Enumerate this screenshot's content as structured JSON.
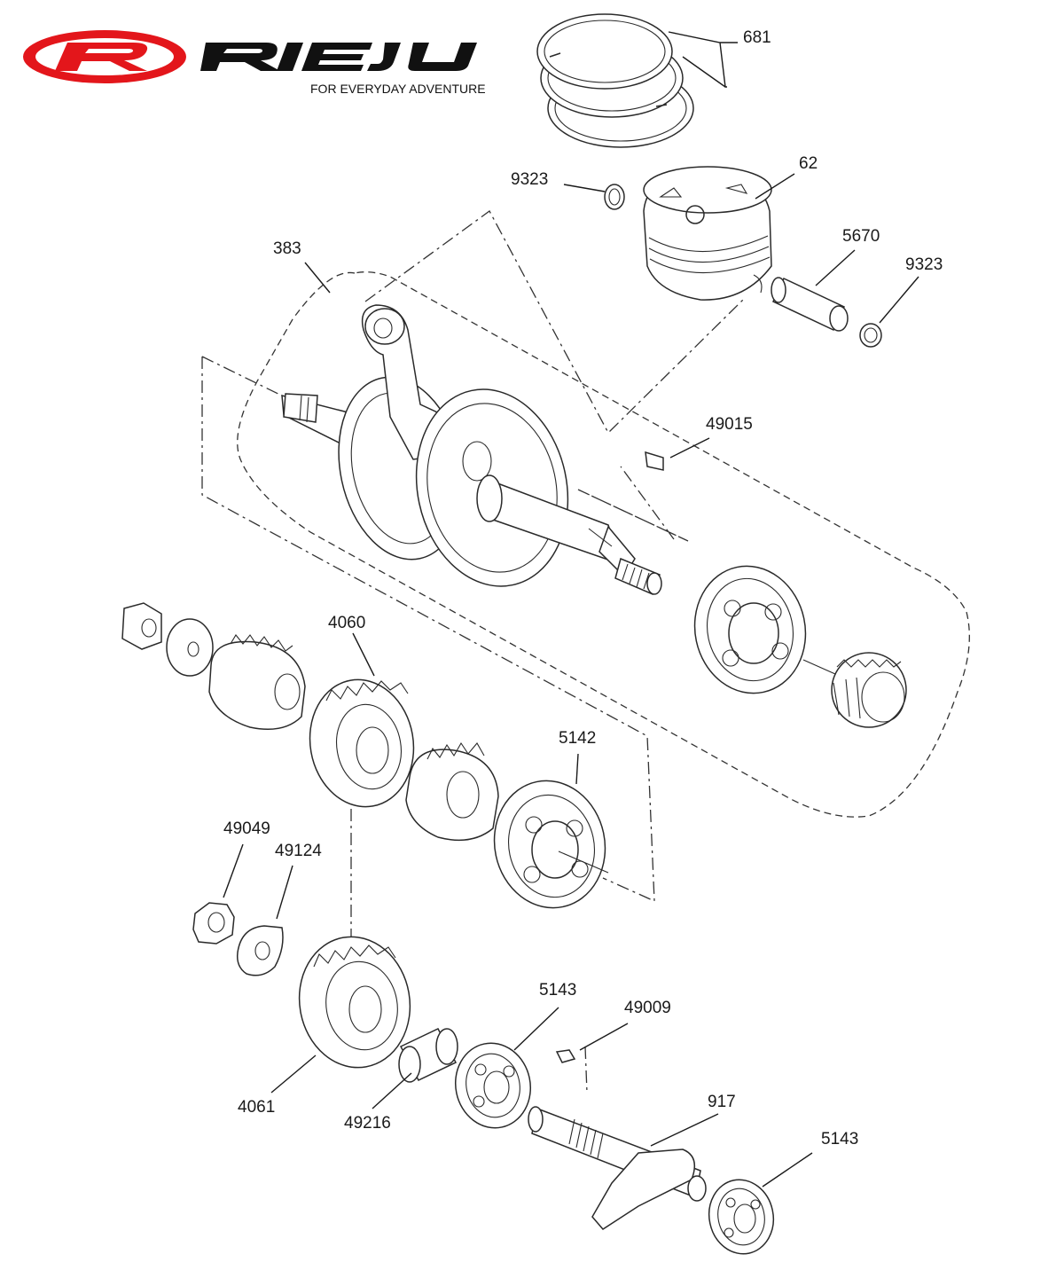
{
  "brand": {
    "name": "RIEJU",
    "tagline": "FOR EVERYDAY ADVENTURE",
    "colors": {
      "logo_red": "#e3161b",
      "logo_black": "#111111"
    }
  },
  "parts": [
    {
      "id": "681",
      "label": "681"
    },
    {
      "id": "62",
      "label": "62"
    },
    {
      "id": "9323-a",
      "label": "9323"
    },
    {
      "id": "5670",
      "label": "5670"
    },
    {
      "id": "9323-b",
      "label": "9323"
    },
    {
      "id": "383",
      "label": "383"
    },
    {
      "id": "49015",
      "label": "49015"
    },
    {
      "id": "4060",
      "label": "4060"
    },
    {
      "id": "5142",
      "label": "5142"
    },
    {
      "id": "49049",
      "label": "49049"
    },
    {
      "id": "49124",
      "label": "49124"
    },
    {
      "id": "5143-a",
      "label": "5143"
    },
    {
      "id": "49009",
      "label": "49009"
    },
    {
      "id": "917",
      "label": "917"
    },
    {
      "id": "5143-b",
      "label": "5143"
    },
    {
      "id": "4061",
      "label": "4061"
    },
    {
      "id": "49216",
      "label": "49216"
    }
  ]
}
